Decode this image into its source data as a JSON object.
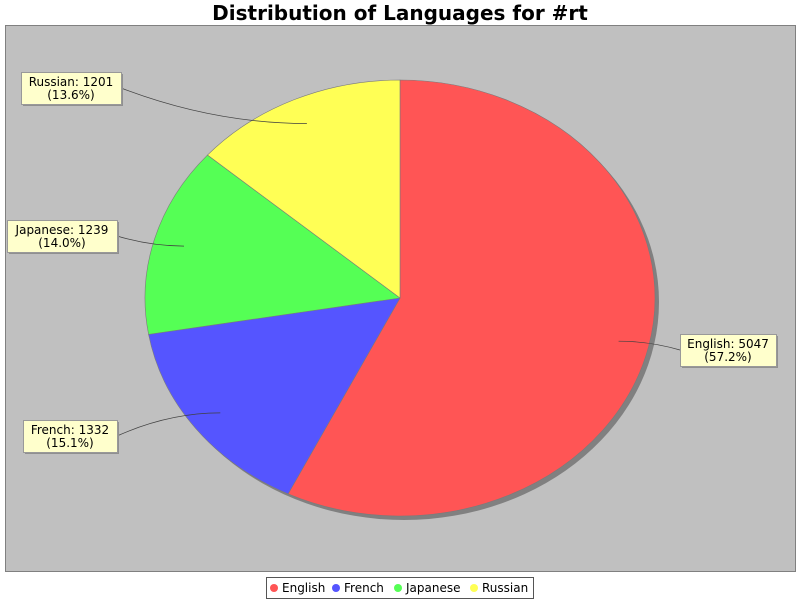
{
  "chart_data": {
    "type": "pie",
    "title": "Distribution of Languages for #rt",
    "start_angle_deg": 90,
    "direction": "clockwise",
    "legend_position": "bottom",
    "slices": [
      {
        "name": "English",
        "value": 5047,
        "percent": "57.2%",
        "label_line1": "English: 5047",
        "label_line2": "(57.2%)",
        "color": "#ff5555"
      },
      {
        "name": "French",
        "value": 1332,
        "percent": "15.1%",
        "label_line1": "French: 1332",
        "label_line2": "(15.1%)",
        "color": "#5555ff"
      },
      {
        "name": "Japanese",
        "value": 1239,
        "percent": "14.0%",
        "label_line1": "Japanese: 1239",
        "label_line2": "(14.0%)",
        "color": "#55ff55"
      },
      {
        "name": "Russian",
        "value": 1201,
        "percent": "13.6%",
        "label_line1": "Russian: 1201",
        "label_line2": "(13.6%)",
        "color": "#ffff55"
      }
    ],
    "colors": {
      "plot_background": "#c0c0c0",
      "label_background": "#ffffcc"
    }
  }
}
